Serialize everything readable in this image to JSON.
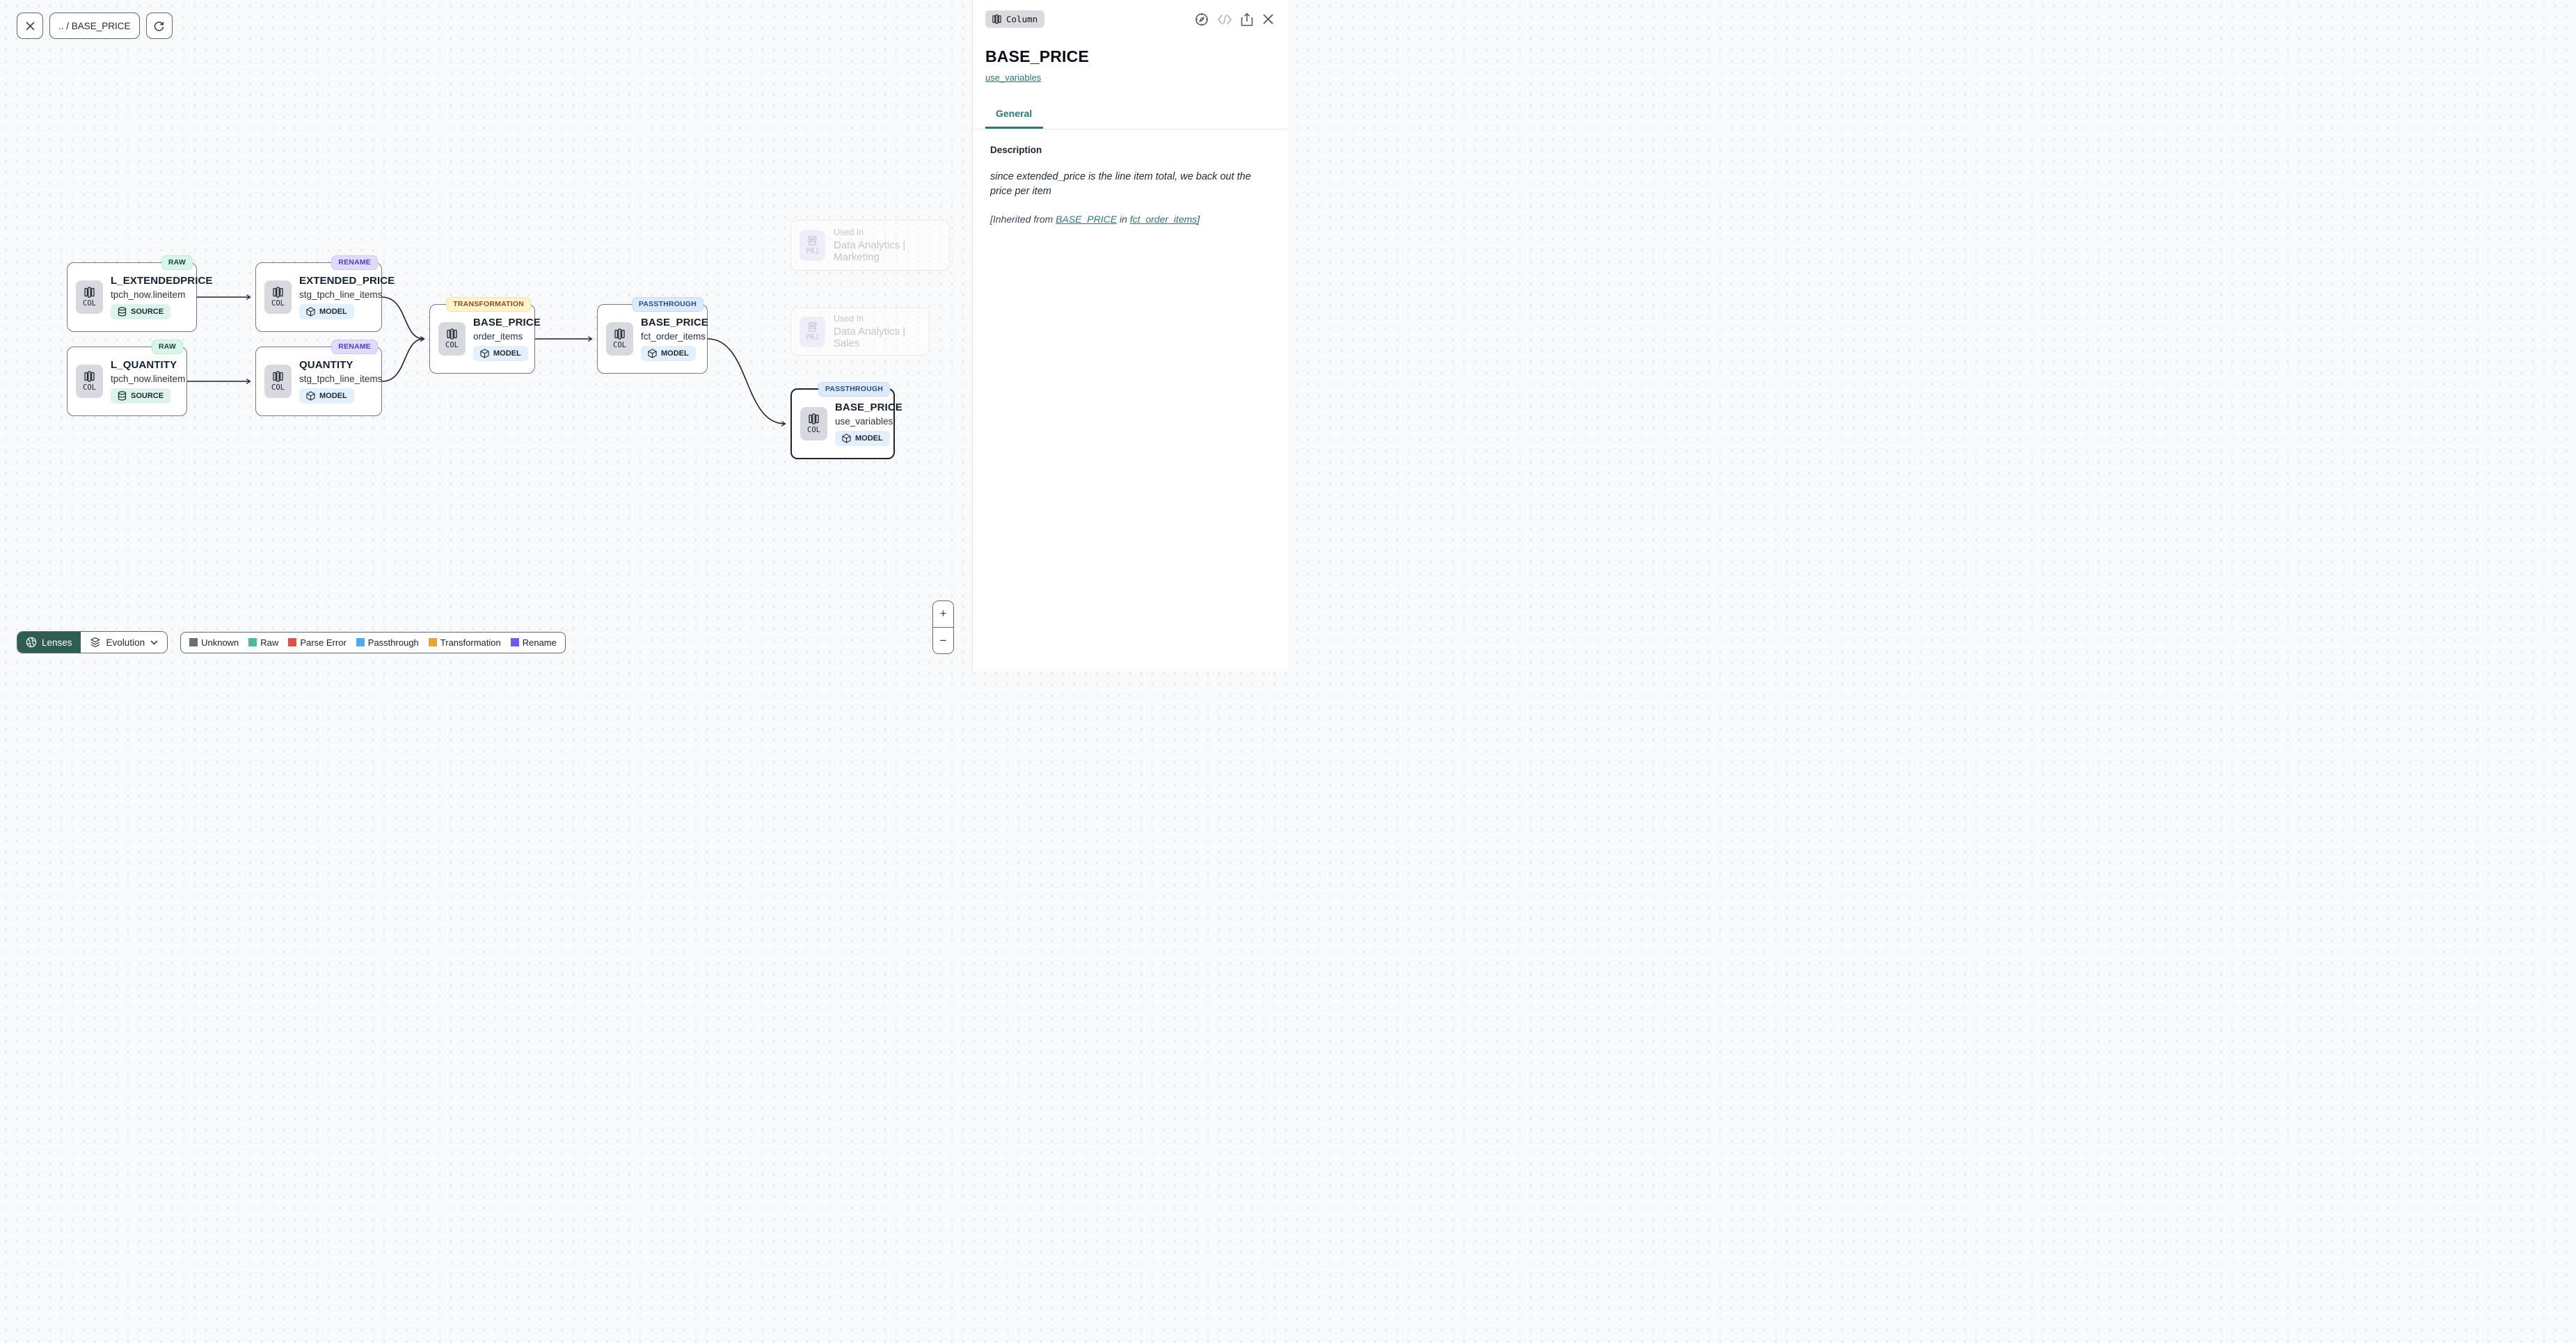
{
  "toolbar": {
    "breadcrumb": ".. / BASE_PRICE"
  },
  "canvas": {
    "nodes": [
      {
        "title": "L_EXTENDEDPRICE",
        "subtitle": "tpch_now.lineitem",
        "kind": "SOURCE",
        "type": "RAW",
        "col": "COL"
      },
      {
        "title": "EXTENDED_PRICE",
        "subtitle": "stg_tpch_line_items",
        "kind": "MODEL",
        "type": "RENAME",
        "col": "COL"
      },
      {
        "title": "L_QUANTITY",
        "subtitle": "tpch_now.lineitem",
        "kind": "SOURCE",
        "type": "RAW",
        "col": "COL"
      },
      {
        "title": "QUANTITY",
        "subtitle": "stg_tpch_line_items",
        "kind": "MODEL",
        "type": "RENAME",
        "col": "COL"
      },
      {
        "title": "BASE_PRICE",
        "subtitle": "order_items",
        "kind": "MODEL",
        "type": "TRANSFORMATION",
        "col": "COL"
      },
      {
        "title": "BASE_PRICE",
        "subtitle": "fct_order_items",
        "kind": "MODEL",
        "type": "PASSTHROUGH",
        "col": "COL"
      },
      {
        "title": "BASE_PRICE",
        "subtitle": "use_variables",
        "kind": "MODEL",
        "type": "PASSTHROUGH",
        "col": "COL"
      }
    ],
    "used_in": [
      {
        "label": "Used In",
        "project": "Data Analytics | Marketing",
        "prj": "PRJ"
      },
      {
        "label": "Used In",
        "project": "Data Analytics | Sales",
        "prj": "PRJ"
      }
    ]
  },
  "lenses": {
    "button_label": "Lenses",
    "selected_lens": "Evolution"
  },
  "legend": [
    {
      "label": "Unknown",
      "color": "#6e6e73"
    },
    {
      "label": "Raw",
      "color": "#4fb79b"
    },
    {
      "label": "Parse Error",
      "color": "#d95349"
    },
    {
      "label": "Passthrough",
      "color": "#55a8e8"
    },
    {
      "label": "Transformation",
      "color": "#e6a23c"
    },
    {
      "label": "Rename",
      "color": "#6c5ce7"
    }
  ],
  "zoom_controls": {
    "zoom_in": "+",
    "zoom_out": "−"
  },
  "panel": {
    "type_badge": "Column",
    "title": "BASE_PRICE",
    "subtitle_link": "use_variables",
    "tab_general": "General",
    "description_heading": "Description",
    "description_text": "since extended_price is the line item total, we back out the price per item",
    "inherited_prefix": "[Inherited from ",
    "inherited_link_column": "BASE_PRICE",
    "inherited_mid": " in ",
    "inherited_link_model": "fct_order_items",
    "inherited_suffix": "]"
  },
  "colors": {
    "accent_teal": "#2e7574",
    "lenses_green": "#305d52"
  }
}
